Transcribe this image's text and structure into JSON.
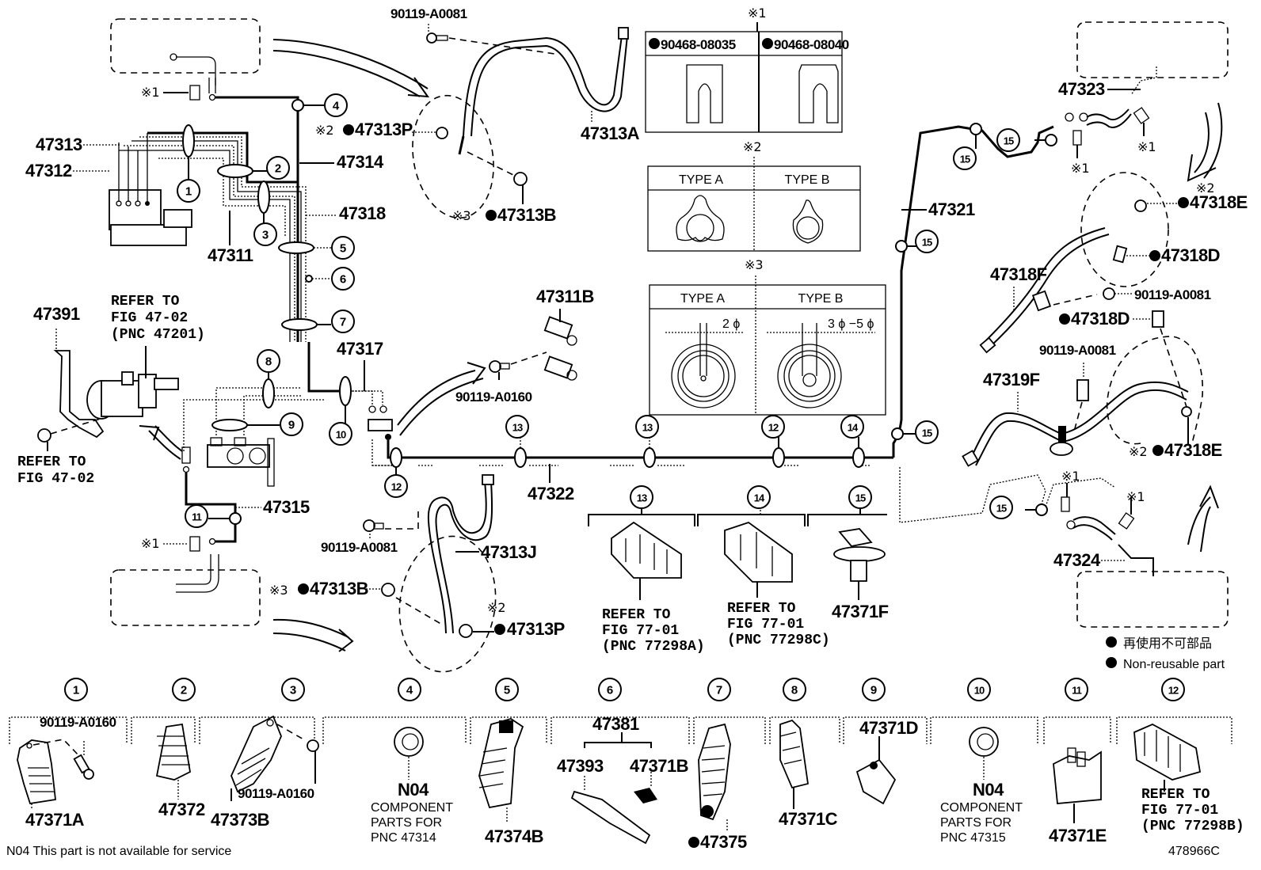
{
  "diagram": {
    "figure_id": "478966C",
    "footnote": "N04 This part is not available for service",
    "legend": {
      "jp": "再使用不可部品",
      "en": "Non-reusable part"
    }
  },
  "labels": {
    "l_47313": "47313",
    "l_47312": "47312",
    "l_47311": "47311",
    "l_47314": "47314",
    "l_47318": "47318",
    "l_47313P_top": "47313P",
    "l_47313P_top_note": "※2",
    "l_90119_A0081_top": "90119-A0081",
    "l_47313A": "47313A",
    "l_47313B_top": "47313B",
    "l_47313B_top_note": "※3",
    "l_47391": "47391",
    "l_refer_4702_pnc": [
      "REFER TO",
      "FIG 47-02",
      "(PNC 47201)"
    ],
    "l_refer_4702": [
      "REFER TO",
      "FIG 47-02"
    ],
    "l_47317": "47317",
    "l_47311B": "47311B",
    "l_90119_A0160_mid": "90119-A0160",
    "l_47322": "47322",
    "l_47315": "47315",
    "l_90119_A0081_mid": "90119-A0081",
    "l_47313J": "47313J",
    "l_47313B_bot": "47313B",
    "l_47313B_bot_note": "※3",
    "l_47313P_bot": "47313P",
    "l_47313P_bot_note": "※2",
    "l_47321": "47321",
    "l_47323": "47323",
    "l_47318E_top": "47318E",
    "l_47318E_top_note": "※2",
    "l_47318D_top": "47318D",
    "l_47318F": "47318F",
    "l_90119_A0081_r1": "90119-A0081",
    "l_47318D_mid": "47318D",
    "l_90119_A0081_r2": "90119-A0081",
    "l_47319F": "47319F",
    "l_47318E_bot": "47318E",
    "l_47318E_bot_note": "※2",
    "l_47324": "47324",
    "note_x1": "※1"
  },
  "ref_tables": {
    "t1": {
      "title": "※1",
      "cols": [
        "90468-08035",
        "90468-08040"
      ],
      "non_reusable": [
        true,
        true
      ]
    },
    "t2": {
      "title": "※2",
      "cols": [
        "TYPE A",
        "TYPE B"
      ]
    },
    "t3": {
      "title": "※3",
      "cols": [
        "TYPE A",
        "TYPE B"
      ],
      "dims": [
        "2 ϕ",
        "3 ϕ −5 ϕ"
      ]
    }
  },
  "clamp_refs": {
    "c13": {
      "num": "13",
      "text": [
        "REFER TO",
        "FIG 77-01",
        "(PNC 77298A)"
      ]
    },
    "c14": {
      "num": "14",
      "text": [
        "REFER TO",
        "FIG 77-01",
        "(PNC 77298C)"
      ]
    },
    "c15": {
      "num": "15",
      "part": "47371F"
    }
  },
  "callouts": [
    "1",
    "2",
    "3",
    "4",
    "5",
    "6",
    "7",
    "8",
    "9",
    "10",
    "11",
    "12",
    "13",
    "14",
    "15"
  ],
  "bottom_row": [
    {
      "num": "1",
      "parts": [
        "47371A",
        "90119-A0160"
      ]
    },
    {
      "num": "2",
      "parts": [
        "47372"
      ]
    },
    {
      "num": "3",
      "parts": [
        "47373B",
        "90119-A0160"
      ]
    },
    {
      "num": "4",
      "parts": [
        "N04"
      ],
      "note": [
        "COMPONENT",
        "PARTS FOR",
        "PNC 47314"
      ]
    },
    {
      "num": "5",
      "parts": [
        "47374B"
      ]
    },
    {
      "num": "6",
      "parts": [
        "47381",
        "47393",
        "47371B"
      ]
    },
    {
      "num": "7",
      "parts": [
        "47375"
      ],
      "non_reusable": true
    },
    {
      "num": "8",
      "parts": [
        "47371C"
      ]
    },
    {
      "num": "9",
      "parts": [
        "47371D"
      ]
    },
    {
      "num": "10",
      "parts": [
        "N04"
      ],
      "note": [
        "COMPONENT",
        "PARTS FOR",
        "PNC 47315"
      ]
    },
    {
      "num": "11",
      "parts": [
        "47371E"
      ]
    },
    {
      "num": "12",
      "parts": [],
      "note": [
        "REFER TO",
        "FIG 77-01",
        "(PNC 77298B)"
      ]
    }
  ]
}
